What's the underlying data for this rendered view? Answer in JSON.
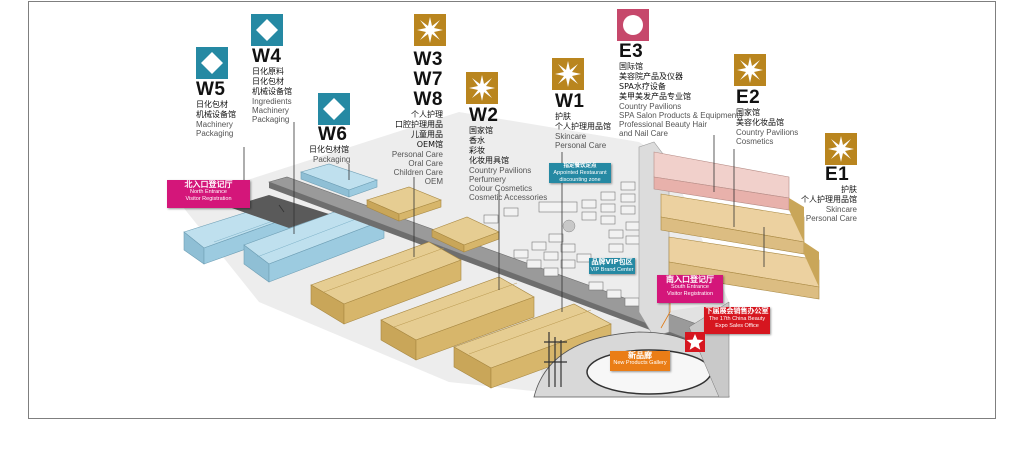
{
  "colors": {
    "western_hall": "#9ccbe0",
    "central_hall": "#d7b66b",
    "east_pink": "#e8b1ab",
    "east_gold": "#dcbd82",
    "corridor": "#8a8a8a",
    "magenta_tag": "#d4167a",
    "orange_tag": "#ea7d16",
    "red_tag": "#d6161f",
    "teal_icon": "#2589a3",
    "gold_icon": "#b9851e",
    "pink_icon": "#c6486b"
  },
  "halls": {
    "w5": {
      "code": "W5",
      "icon": "diamond-icon",
      "zh": [
        "日化包材",
        "机械设备馆"
      ],
      "en": [
        "Machinery",
        "Packaging"
      ]
    },
    "w4": {
      "code": "W4",
      "icon": "diamond-icon",
      "zh": [
        "日化原料",
        "日化包材",
        "机械设备馆"
      ],
      "en": [
        "Ingredients",
        "Machinery",
        "Packaging"
      ]
    },
    "w6": {
      "code": "W6",
      "icon": "diamond-icon",
      "zh": [
        "日化包材馆"
      ],
      "en": [
        "Packaging"
      ]
    },
    "w378": {
      "code_lines": [
        "W3",
        "W7",
        "W8"
      ],
      "icon": "starburst-icon",
      "zh": [
        "个人护理",
        "口腔护理用品",
        "儿童用品",
        "OEM馆"
      ],
      "en": [
        "Personal Care",
        "Oral Care",
        "Children Care",
        "OEM"
      ]
    },
    "w2": {
      "code": "W2",
      "icon": "starburst-icon",
      "zh": [
        "国家馆",
        "香水",
        "彩妆",
        "化妆用具馆"
      ],
      "en": [
        "Country Pavilions",
        "Perfumery",
        "Colour Cosmetics",
        "Cosmetic Accessories"
      ]
    },
    "w1": {
      "code": "W1",
      "icon": "starburst-icon",
      "zh": [
        "护肤",
        "个人护理用品馆"
      ],
      "en": [
        "Skincare",
        "Personal Care"
      ]
    },
    "e3": {
      "code": "E3",
      "icon": "circle-icon",
      "zh": [
        "国际馆",
        "美容院产品及仪器",
        "SPA水疗设备",
        "美甲美发产品专业馆"
      ],
      "en": [
        "Country Pavilions",
        "SPA Salon Products & Equipments",
        "Professional Beauty Hair",
        "and Nail Care"
      ]
    },
    "e2": {
      "code": "E2",
      "icon": "starburst-icon",
      "zh": [
        "国家馆",
        "美容化妆品馆"
      ],
      "en": [
        "Country Pavilions",
        "Cosmetics"
      ]
    },
    "e1": {
      "code": "E1",
      "icon": "starburst-icon",
      "zh": [
        "护肤",
        "个人护理用品馆"
      ],
      "en": [
        "Skincare",
        "Personal Care"
      ]
    }
  },
  "tags": {
    "north": {
      "zh": "北入口登记厅",
      "en": [
        "North Entrance",
        "Visitor Registration"
      ]
    },
    "south": {
      "zh": "南入口登记厅",
      "en": [
        "South Entrance",
        "Visitor Registration"
      ]
    },
    "restaurant": {
      "zh": "指定餐饮定点",
      "en": [
        "Appointed Restaurant",
        "discounting zone"
      ]
    },
    "vip": {
      "zh": "品牌VIP包区",
      "en": [
        "VIP Brand Center"
      ]
    },
    "gallery": {
      "zh": "新品廊",
      "en": [
        "New Products Gallery"
      ]
    },
    "sales": {
      "zh": "下届展会销售办公室",
      "en": [
        "The 17th China Beauty",
        "Expo Sales Office"
      ]
    }
  }
}
